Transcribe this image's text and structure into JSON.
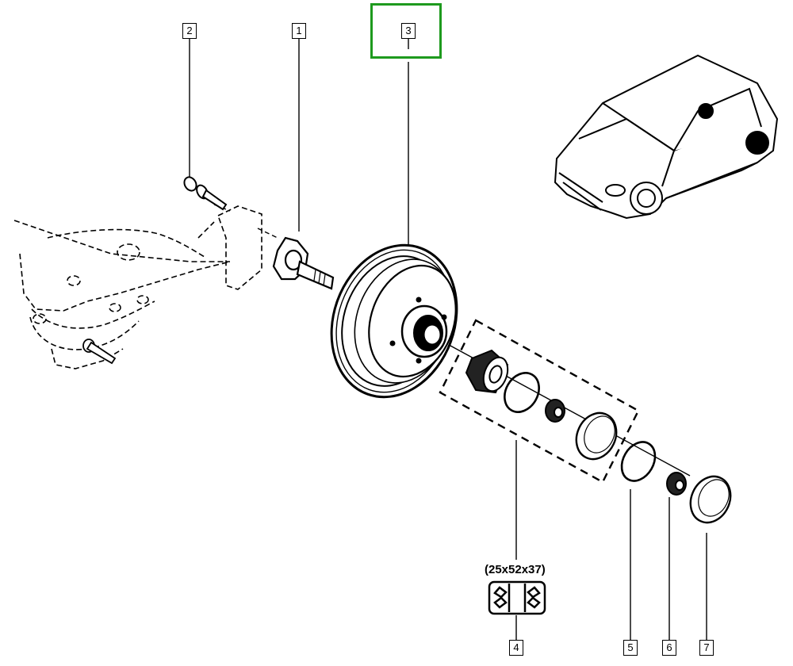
{
  "diagram": {
    "title": "Rear hub drum and bearing exploded view",
    "selected_part": "3",
    "highlight_color": "#1e9a1e",
    "callouts": [
      {
        "id": "2",
        "label": "2",
        "part": "hub-carrier-bolt"
      },
      {
        "id": "1",
        "label": "1",
        "part": "stub-axle"
      },
      {
        "id": "3",
        "label": "3",
        "part": "brake-drum"
      },
      {
        "id": "4",
        "label": "4",
        "part": "wheel-bearing-kit"
      },
      {
        "id": "5",
        "label": "5",
        "part": "circlip"
      },
      {
        "id": "6",
        "label": "6",
        "part": "hub-nut"
      },
      {
        "id": "7",
        "label": "7",
        "part": "hub-cap"
      }
    ],
    "bearing_spec": "(25x52x37)",
    "vehicle_icon": "car-hatchback-icon",
    "bearing_icon": "double-row-ball-bearing-icon"
  }
}
